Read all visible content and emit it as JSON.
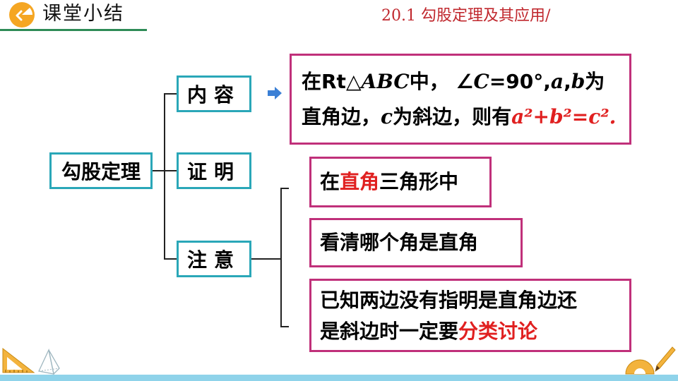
{
  "header": {
    "title": "课堂小结",
    "subtitle": "20.1 勾股定理及其应用/"
  },
  "mindmap": {
    "main_topic": "勾股定理",
    "categories": {
      "content": "内容",
      "proof": "证明",
      "note": "注意"
    },
    "content_text": {
      "p1": "在Rt△",
      "p2": "ABC",
      "p3": "中，  ∠",
      "p4": "C",
      "p5": "=90°,",
      "p6": "a",
      "p7": ",",
      "p8": "b",
      "p9": "为",
      "line2_a": "直角边，",
      "line2_c": "c",
      "line2_b": "为斜边，则有",
      "formula": "a²+b²=c².",
      "formula_a": "a",
      "formula_sup1": "²",
      "formula_plus": "+",
      "formula_b": "b",
      "formula_sup2": "²",
      "formula_eq": "=",
      "formula_c": "c",
      "formula_sup3": "².",
      "text": "在Rt△ABC中，  ∠C=90°,a,b为直角边，c为斜边，则有a²+b²=c²."
    },
    "notes": {
      "n1_pre": "在",
      "n1_red": "直角",
      "n1_post": "三角形中",
      "n2": "看清哪个角是直角",
      "n3_pre": "已知两边没有指明是直角边还是斜边时一定要",
      "n3_line1": "已知两边没有指明是直角边还",
      "n3_line2": "是斜边时一定要",
      "n3_red": "分类讨论"
    }
  },
  "colors": {
    "teal_border": "#2aa7b8",
    "magenta_border": "#c0307a",
    "highlight_red": "#e02020",
    "header_red": "#c0282e",
    "header_line": "#2e8b57",
    "arrow_blue": "#3a7fd5"
  },
  "icons": {
    "header": "pie-chart-icon",
    "arrow": "right-arrow-icon",
    "ruler": "ruler-icon",
    "pyramid": "pyramid-icon",
    "protractor": "protractor-icon",
    "pencil": "pencil-icon"
  }
}
